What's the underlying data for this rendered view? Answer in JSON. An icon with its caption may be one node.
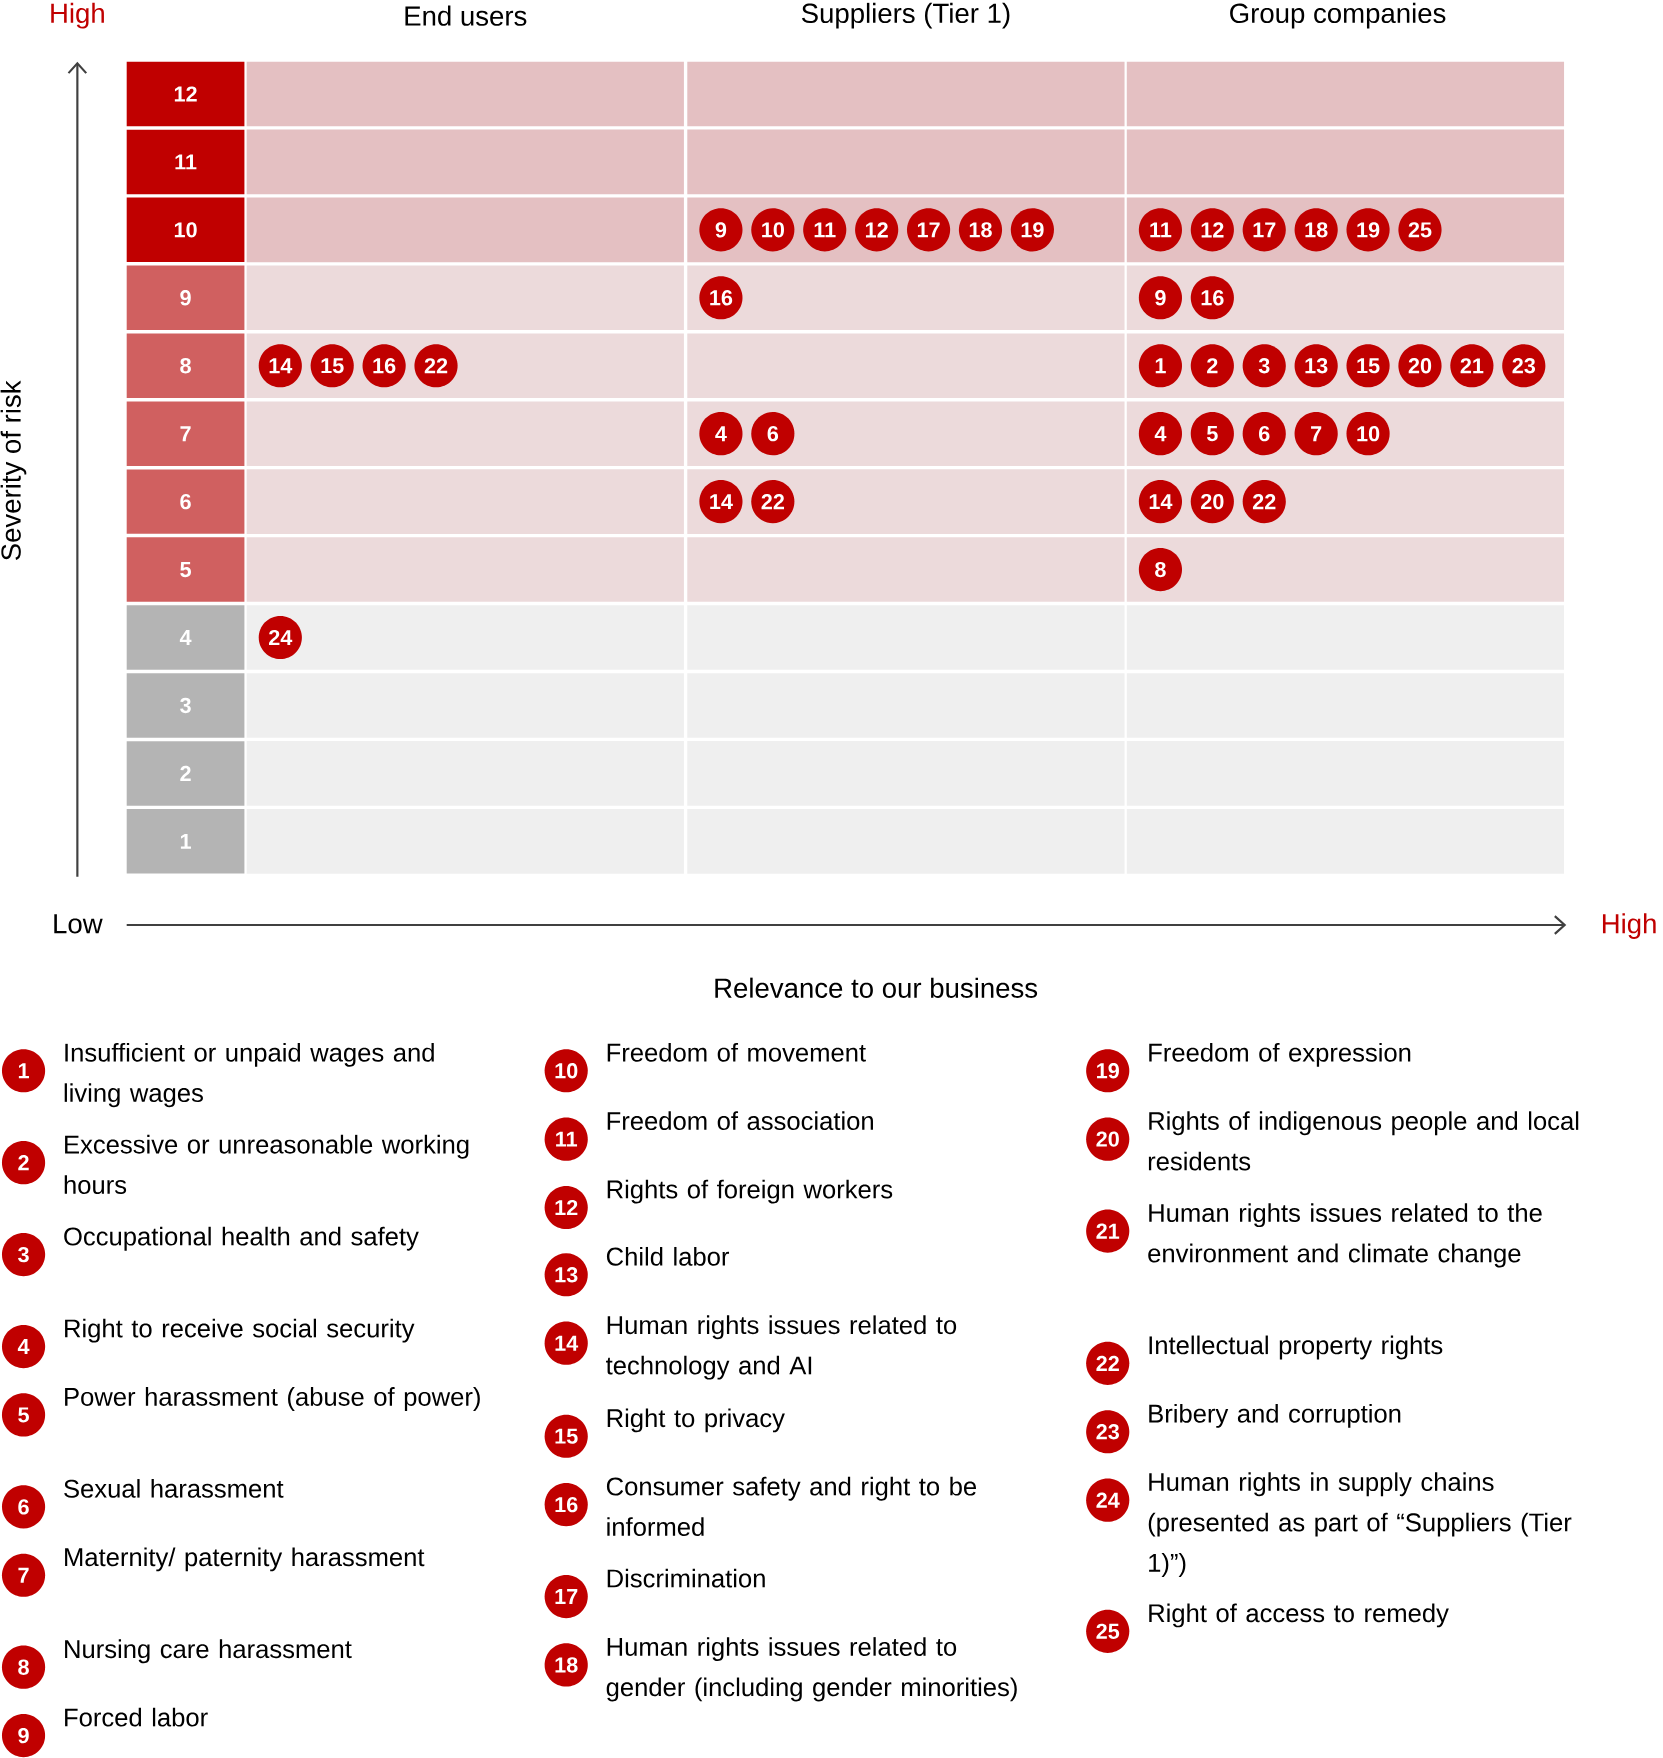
{
  "diagram": {
    "nodes": [
      {
        "text": [
          "12"
        ]
      },
      {
        "text": [
          "11"
        ]
      },
      {
        "text": [
          "10"
        ]
      },
      {
        "text": [
          "9"
        ]
      },
      {
        "text": [
          "10"
        ]
      },
      {
        "text": [
          "11"
        ]
      },
      {
        "text": [
          "12"
        ]
      },
      {
        "text": [
          "17"
        ]
      },
      {
        "text": [
          "18"
        ]
      },
      {
        "text": [
          "19"
        ]
      },
      {
        "text": [
          "11"
        ]
      },
      {
        "text": [
          "12"
        ]
      },
      {
        "text": [
          "17"
        ]
      },
      {
        "text": [
          "18"
        ]
      },
      {
        "text": [
          "19"
        ]
      },
      {
        "text": [
          "25"
        ]
      },
      {
        "text": [
          "9"
        ]
      },
      {
        "text": [
          "16"
        ]
      },
      {
        "text": [
          "9"
        ]
      },
      {
        "text": [
          "16"
        ]
      },
      {
        "text": [
          "8"
        ]
      },
      {
        "text": [
          "14"
        ]
      },
      {
        "text": [
          "15"
        ]
      },
      {
        "text": [
          "16"
        ]
      },
      {
        "text": [
          "22"
        ]
      },
      {
        "text": [
          "1"
        ]
      },
      {
        "text": [
          "2"
        ]
      },
      {
        "text": [
          "3"
        ]
      },
      {
        "text": [
          "13"
        ]
      },
      {
        "text": [
          "15"
        ]
      },
      {
        "text": [
          "20"
        ]
      },
      {
        "text": [
          "21"
        ]
      },
      {
        "text": [
          "23"
        ]
      },
      {
        "text": [
          "7"
        ]
      },
      {
        "text": [
          "4"
        ]
      },
      {
        "text": [
          "6"
        ]
      },
      {
        "text": [
          "4"
        ]
      },
      {
        "text": [
          "5"
        ]
      },
      {
        "text": [
          "6"
        ]
      },
      {
        "text": [
          "7"
        ]
      },
      {
        "text": [
          "10"
        ]
      },
      {
        "text": [
          "6"
        ]
      },
      {
        "text": [
          "14"
        ]
      },
      {
        "text": [
          "22"
        ]
      },
      {
        "text": [
          "14"
        ]
      },
      {
        "text": [
          "20"
        ]
      },
      {
        "text": [
          "22"
        ]
      },
      {
        "text": [
          "5"
        ]
      },
      {
        "text": [
          "8"
        ]
      },
      {
        "text": [
          "4"
        ]
      },
      {
        "text": [
          "24"
        ]
      },
      {
        "text": [
          "3"
        ]
      },
      {
        "text": [
          "2"
        ]
      },
      {
        "text": [
          "1"
        ]
      },
      {
        "text": [
          "1"
        ],
        "beside": [
          "Insufficient or unpaid wages and living wages"
        ]
      },
      {
        "text": [
          "2"
        ],
        "beside": [
          "Excessive or unreasonable working hours"
        ]
      },
      {
        "text": [
          "3"
        ],
        "beside": [
          "Occupational health and safety"
        ]
      },
      {
        "text": [
          "4"
        ],
        "beside": [
          "Right to receive social security"
        ]
      },
      {
        "text": [
          "5"
        ],
        "beside": [
          "Power harassment (abuse of power)"
        ]
      },
      {
        "text": [
          "6"
        ],
        "beside": [
          "Sexual harassment"
        ]
      },
      {
        "text": [
          "7"
        ],
        "beside": [
          "Maternity/ paternity harassment"
        ]
      },
      {
        "text": [
          "8"
        ],
        "beside": [
          "Nursing care harassment"
        ]
      },
      {
        "text": [
          "9"
        ],
        "beside": [
          "Forced labor"
        ]
      },
      {
        "text": [
          "10"
        ],
        "beside": [
          "Freedom of movement"
        ]
      },
      {
        "text": [
          "11"
        ],
        "beside": [
          "Freedom of association"
        ]
      },
      {
        "text": [
          "12"
        ],
        "beside": [
          "Rights of foreign workers"
        ]
      },
      {
        "text": [
          "13"
        ],
        "beside": [
          "Child labor"
        ]
      },
      {
        "text": [
          "14"
        ],
        "beside": [
          "Human rights issues related to technology and AI"
        ]
      },
      {
        "text": [
          "15"
        ],
        "beside": [
          "Right to privacy"
        ]
      },
      {
        "text": [
          "16"
        ],
        "beside": [
          "Consumer safety and right to be informed"
        ]
      },
      {
        "text": [
          "17"
        ],
        "beside": [
          "Discrimination"
        ]
      },
      {
        "text": [
          "18"
        ],
        "beside": [
          "Human rights issues related to gender (including gender minorities)"
        ]
      },
      {
        "text": [
          "19"
        ],
        "beside": [
          "Freedom of expression"
        ]
      },
      {
        "text": [
          "20"
        ],
        "beside": [
          "Rights of indigenous people and local residents"
        ]
      },
      {
        "text": [
          "21"
        ],
        "beside": [
          "Human rights issues related to the environment and climate change"
        ]
      },
      {
        "text": [
          "22"
        ],
        "beside": [
          "Intellectual property rights"
        ]
      },
      {
        "text": [
          "23"
        ],
        "beside": [
          "Bribery and corruption"
        ]
      },
      {
        "text": [
          "24"
        ],
        "beside": [
          "Human rights in supply chains (presented as part of “Suppliers (Tier 1)”)"
        ]
      },
      {
        "text": [
          "25"
        ],
        "beside": [
          "Right of access to remedy"
        ]
      }
    ],
    "labels": [
      "High",
      "End users",
      "Suppliers (Tier 1)",
      "Group companies",
      "Severity of risk",
      "Low",
      "High",
      "Relevance to our business"
    ]
  }
}
